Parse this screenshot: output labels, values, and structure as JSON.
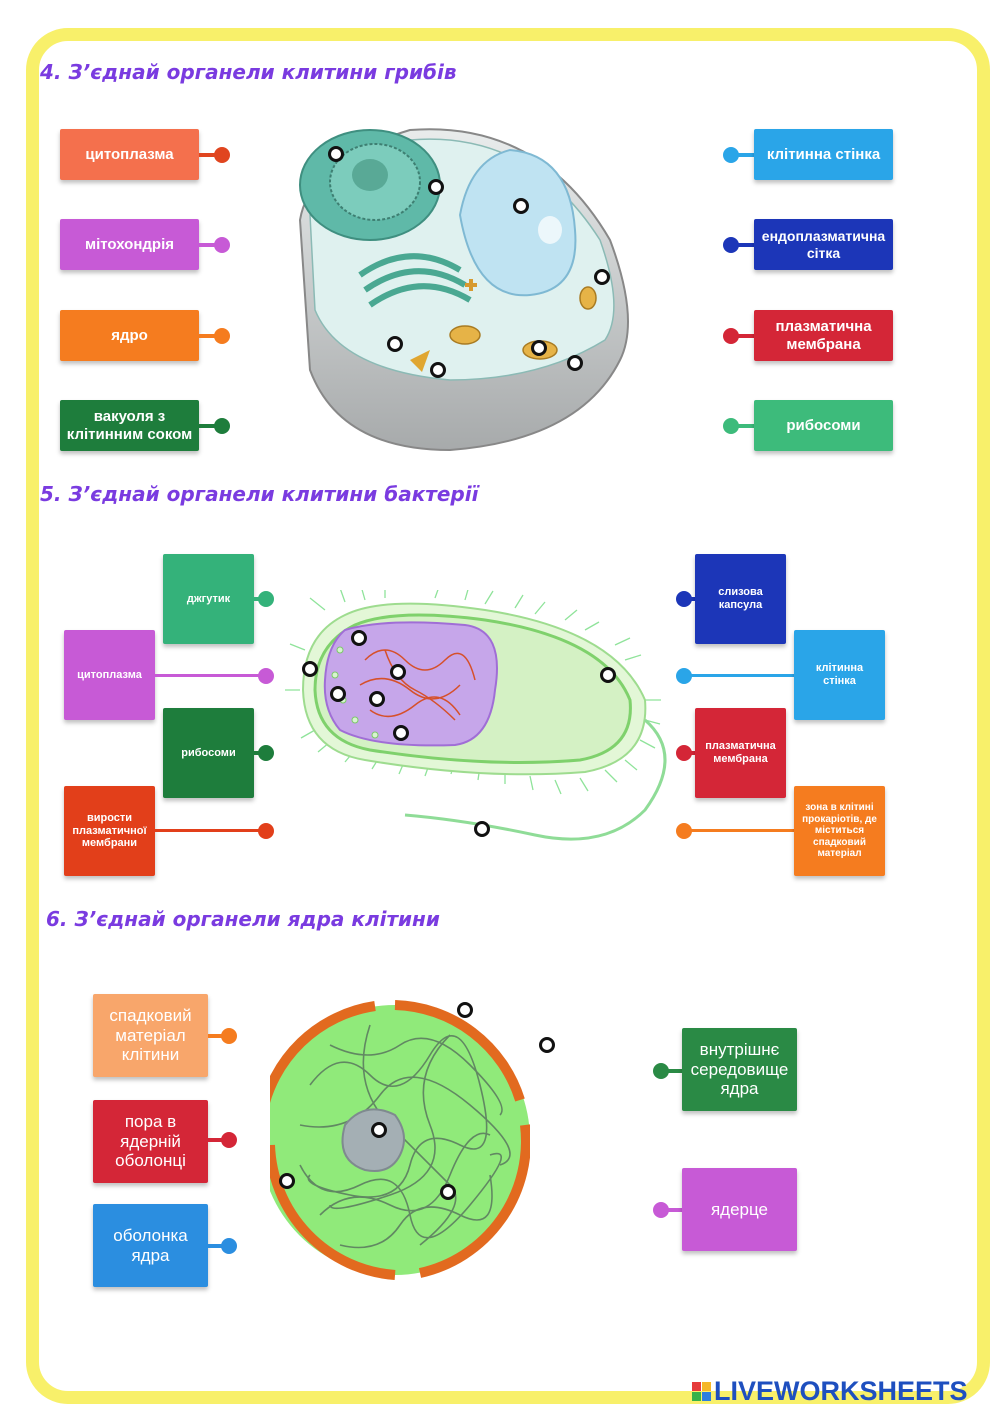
{
  "sections": {
    "s4": {
      "title": "4. З’єднай органели  клитини грибів",
      "left": [
        "цитоплазма",
        "мітохондрія",
        "ядро",
        "вакуоля з клітинним соком"
      ],
      "right": [
        "клітинна стінка",
        "ендоплазматична сітка",
        "плазматична мембрана",
        "рибосоми"
      ]
    },
    "s5": {
      "title": "5. З’єднай органели  клитини бактерії",
      "left": [
        "джгутик",
        "цитоплазма",
        "рибосоми",
        "вирости плазматичної мембрани"
      ],
      "right": [
        "слизова капсула",
        "клітинна стінка",
        "плазматична мембрана",
        "зона в клітині прокаріотів, де міститься спадковий матеріал"
      ]
    },
    "s6": {
      "title": "6. З’єднай органели ядра клітини",
      "left": [
        "спадковий матеріал клітини",
        "пора в ядерній оболонці",
        "оболонка ядра"
      ],
      "right": [
        "внутрішнє середовище ядра",
        "ядерце"
      ]
    }
  },
  "colors": {
    "frame": "#f8f06a",
    "title": "#7a3be0",
    "coral": "#f4704d",
    "magenta": "#c75ad6",
    "orange": "#f57c1f",
    "dark_green": "#1e7d3c",
    "sky": "#2aa5e8",
    "navy": "#1c36b8",
    "red": "#d42637",
    "mint": "#3dbb7b",
    "mint_alt": "#34b27a",
    "red_orange": "#e23f1a",
    "peach": "#f8a66b",
    "blue": "#2b8ee0",
    "green2": "#2a8a45"
  },
  "logo": {
    "text": "LIVEWORKSHEETS"
  }
}
